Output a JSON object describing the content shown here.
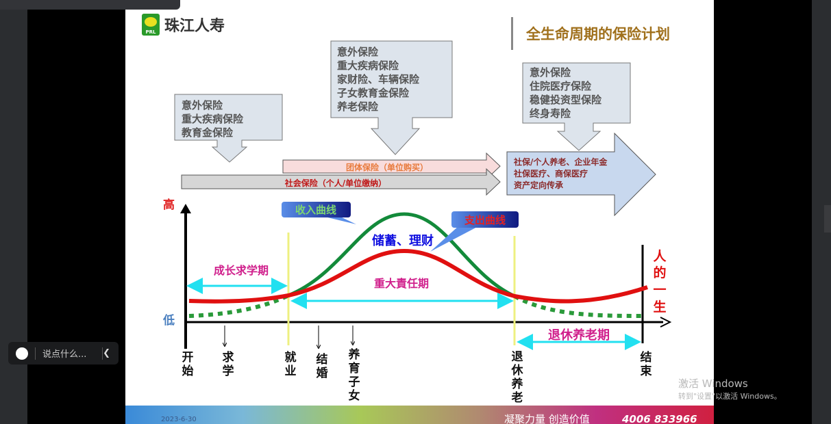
{
  "brand": {
    "logo_text": "PRL",
    "name": "珠江人寿"
  },
  "title": "全生命周期的保险计划",
  "callouts": [
    {
      "lines": [
        "意外保险",
        "重大疾病保险",
        "教育金保险"
      ]
    },
    {
      "lines": [
        "意外保险",
        "重大疾病保险",
        "家财险、车辆保险",
        "子女教育金保险",
        "养老保险"
      ]
    },
    {
      "lines": [
        "意外保险",
        "住院医疗保险",
        "稳健投资型保险",
        "终身寿险"
      ]
    }
  ],
  "bars": {
    "group": "团体保险（单位购买）",
    "social": "社会保险（个人/单位缴纳）",
    "retire": [
      "社保/个人养老、企业年金",
      "社保医疗、商保医疗",
      "资产定向传承"
    ]
  },
  "chart": {
    "high": "高",
    "low": "低",
    "income": "收入曲线",
    "expense": "支出曲线",
    "savings": "储蓄、理财",
    "growth": "成长求学期",
    "responsibility": "重大責任期",
    "retirement": "退休养老期",
    "life": [
      "人",
      "的",
      "一",
      "生"
    ],
    "stages": [
      [
        "开",
        "始"
      ],
      [
        "求",
        "学"
      ],
      [
        "就",
        "业"
      ],
      [
        "结",
        "婚"
      ],
      [
        "养",
        "育",
        "子",
        "女"
      ],
      [
        "退",
        "休",
        "养",
        "老"
      ],
      [
        "结",
        "束"
      ]
    ]
  },
  "colors": {
    "income": "#138a3a",
    "expense": "#e01010",
    "span": "#22e0f0",
    "label": "#d0208c"
  },
  "footer": {
    "date": "2023-6-30",
    "slogan": "凝聚力量  创造价值",
    "phone": "4006 833966"
  },
  "chat": {
    "placeholder": "说点什么..."
  },
  "watermark": {
    "title": "激活 Windows",
    "sub": "转到\"设置\"以激活 Windows。"
  }
}
